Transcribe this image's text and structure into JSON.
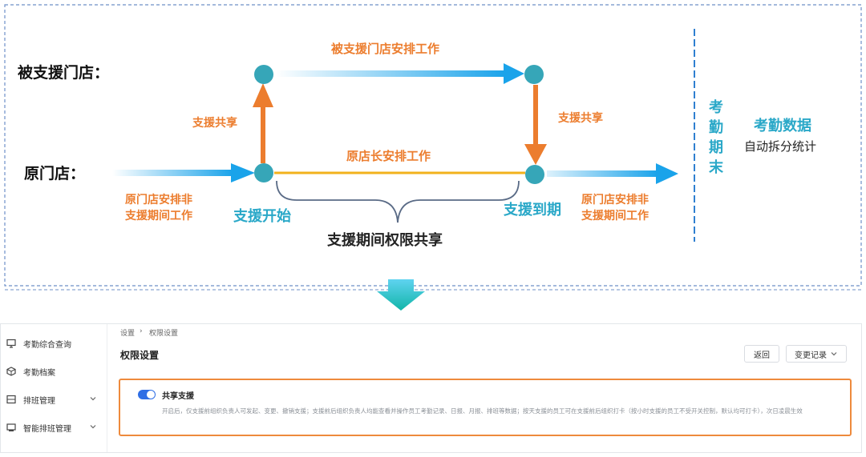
{
  "diagram": {
    "lanes": {
      "supported_store": "被支援门店：",
      "home_store": "原门店："
    },
    "edges": {
      "top_work": "被支援门店安排工作",
      "share_up": "支援共享",
      "share_down": "支援共享",
      "home_manager_work": "原店长安排工作",
      "before_work": "原门店安排非\n支援期间工作",
      "after_work": "原门店安排非\n支援期间工作"
    },
    "milestones": {
      "start": "支援开始",
      "end": "支援到期"
    },
    "brace_label": "支援期间权限共享",
    "month_end": "考勤期末",
    "stats": {
      "title": "考勤数据",
      "subtitle": "自动拆分统计"
    },
    "colors": {
      "orange": "#ec7d2e",
      "teal": "#2aa8c8",
      "node": "#36a6b8",
      "blue_arrow": "#1aa3ea",
      "yellow_line": "#f2b21c",
      "dashed_border": "#6d8fc7"
    }
  },
  "ui": {
    "sidebar": [
      {
        "label": "考勤综合查询",
        "icon": "monitor-icon"
      },
      {
        "label": "考勤档案",
        "icon": "cube-icon"
      },
      {
        "label": "排班管理",
        "icon": "calendar-icon"
      },
      {
        "label": "智能排班管理",
        "icon": "screen-icon"
      }
    ],
    "breadcrumb": [
      "设置",
      "权限设置"
    ],
    "page_title": "权限设置",
    "buttons": {
      "back": "返回",
      "changelog": "变更记录"
    },
    "setting": {
      "title": "共享支援",
      "enabled": true,
      "description": "开启后，仅支援前组织负责人可发起、变更、撤销支援；支援前后组织负责人均能查看并操作员工考勤记录、日报、月报、排班等数据；按天支援的员工可在支援前后组织打卡（按小时支援的员工不受开关控制，默认均可打卡），次日凌晨生效"
    },
    "colors": {
      "accent_border": "#ee8a3c",
      "toggle_on": "#2f6ee5"
    }
  }
}
